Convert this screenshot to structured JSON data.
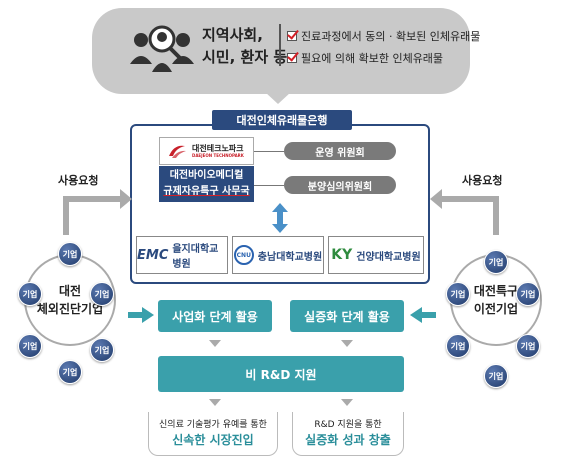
{
  "community": {
    "label_line1": "지역사회,",
    "label_line2": "시민, 환자 등",
    "items": [
      "진료과정에서 동의 · 확보된 인체유래물",
      "필요에 의해 확보한 인체유래물"
    ]
  },
  "bank": {
    "title": "대전인체유래물은행",
    "technopark_name": "대전테크노파크",
    "technopark_en": "DAEJEON TECHNOPARK",
    "office_line1": "대전바이오메디컬",
    "office_line2": "규제자유특구 사무국",
    "committees": [
      "운영 위원회",
      "분양심의위원회"
    ],
    "hospitals": [
      {
        "logo": "EMC",
        "name": "을지대학교병원"
      },
      {
        "logo": "CNU",
        "name": "충남대학교병원"
      },
      {
        "logo": "KY",
        "name": "건양대학교병원"
      }
    ]
  },
  "left_group": {
    "label_line1": "대전",
    "label_line2": "체외진단기업",
    "node_label": "기업",
    "request_label": "사용요청"
  },
  "right_group": {
    "label_line1": "대전특구",
    "label_line2": "이전기업",
    "node_label": "기업",
    "request_label": "사용요청"
  },
  "stages": {
    "commercialization": "사업화 단계 활용",
    "demonstration": "실증화 단계 활용",
    "non_rnd": "비 R&D 지원"
  },
  "results": [
    {
      "sub": "신의료 기술평가 유예를 통한",
      "main": "신속한 시장진입"
    },
    {
      "sub": "R&D 지원을 통한",
      "main": "실증화 성과 창출"
    }
  ],
  "colors": {
    "navy": "#2b4a7e",
    "teal": "#3aa0ab",
    "gray": "#7a7a7a",
    "accent_red": "#d41f26"
  }
}
